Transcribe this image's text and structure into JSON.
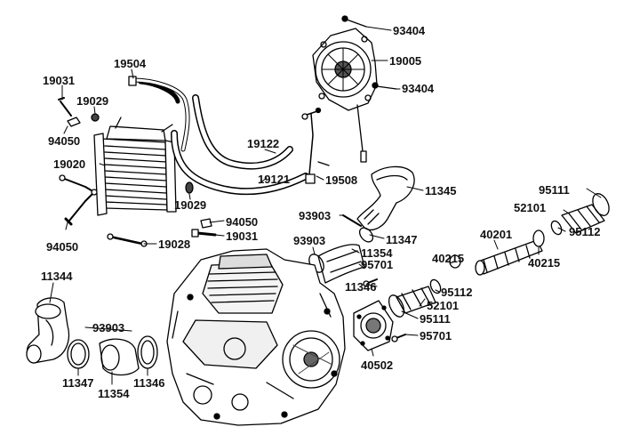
{
  "diagram": {
    "parts": [
      {
        "id": "p01",
        "number": "93404"
      },
      {
        "id": "p02",
        "number": "19005"
      },
      {
        "id": "p03",
        "number": "93404"
      },
      {
        "id": "p04",
        "number": "19504"
      },
      {
        "id": "p05",
        "number": "19031"
      },
      {
        "id": "p06",
        "number": "19029"
      },
      {
        "id": "p07",
        "number": "94050"
      },
      {
        "id": "p08",
        "number": "19020"
      },
      {
        "id": "p09",
        "number": "19122"
      },
      {
        "id": "p10",
        "number": "19121"
      },
      {
        "id": "p11",
        "number": "19508"
      },
      {
        "id": "p12",
        "number": "11345"
      },
      {
        "id": "p13",
        "number": "19029"
      },
      {
        "id": "p14",
        "number": "95111"
      },
      {
        "id": "p15",
        "number": "52101"
      },
      {
        "id": "p16",
        "number": "95112"
      },
      {
        "id": "p17",
        "number": "94050"
      },
      {
        "id": "p18",
        "number": "19031"
      },
      {
        "id": "p19",
        "number": "93903"
      },
      {
        "id": "p20",
        "number": "11347"
      },
      {
        "id": "p21",
        "number": "94050"
      },
      {
        "id": "p22",
        "number": "19028"
      },
      {
        "id": "p23",
        "number": "93903"
      },
      {
        "id": "p24",
        "number": "11354"
      },
      {
        "id": "p25",
        "number": "95701"
      },
      {
        "id": "p26",
        "number": "40201"
      },
      {
        "id": "p27",
        "number": "40215"
      },
      {
        "id": "p28",
        "number": "40215"
      },
      {
        "id": "p29",
        "number": "11344"
      },
      {
        "id": "p30",
        "number": "11346"
      },
      {
        "id": "p31",
        "number": "95112"
      },
      {
        "id": "p32",
        "number": "52101"
      },
      {
        "id": "p33",
        "number": "93903"
      },
      {
        "id": "p34",
        "number": "95111"
      },
      {
        "id": "p35",
        "number": "95701"
      },
      {
        "id": "p36",
        "number": "11347"
      },
      {
        "id": "p37",
        "number": "11354"
      },
      {
        "id": "p38",
        "number": "11346"
      },
      {
        "id": "p39",
        "number": "40502"
      }
    ]
  }
}
